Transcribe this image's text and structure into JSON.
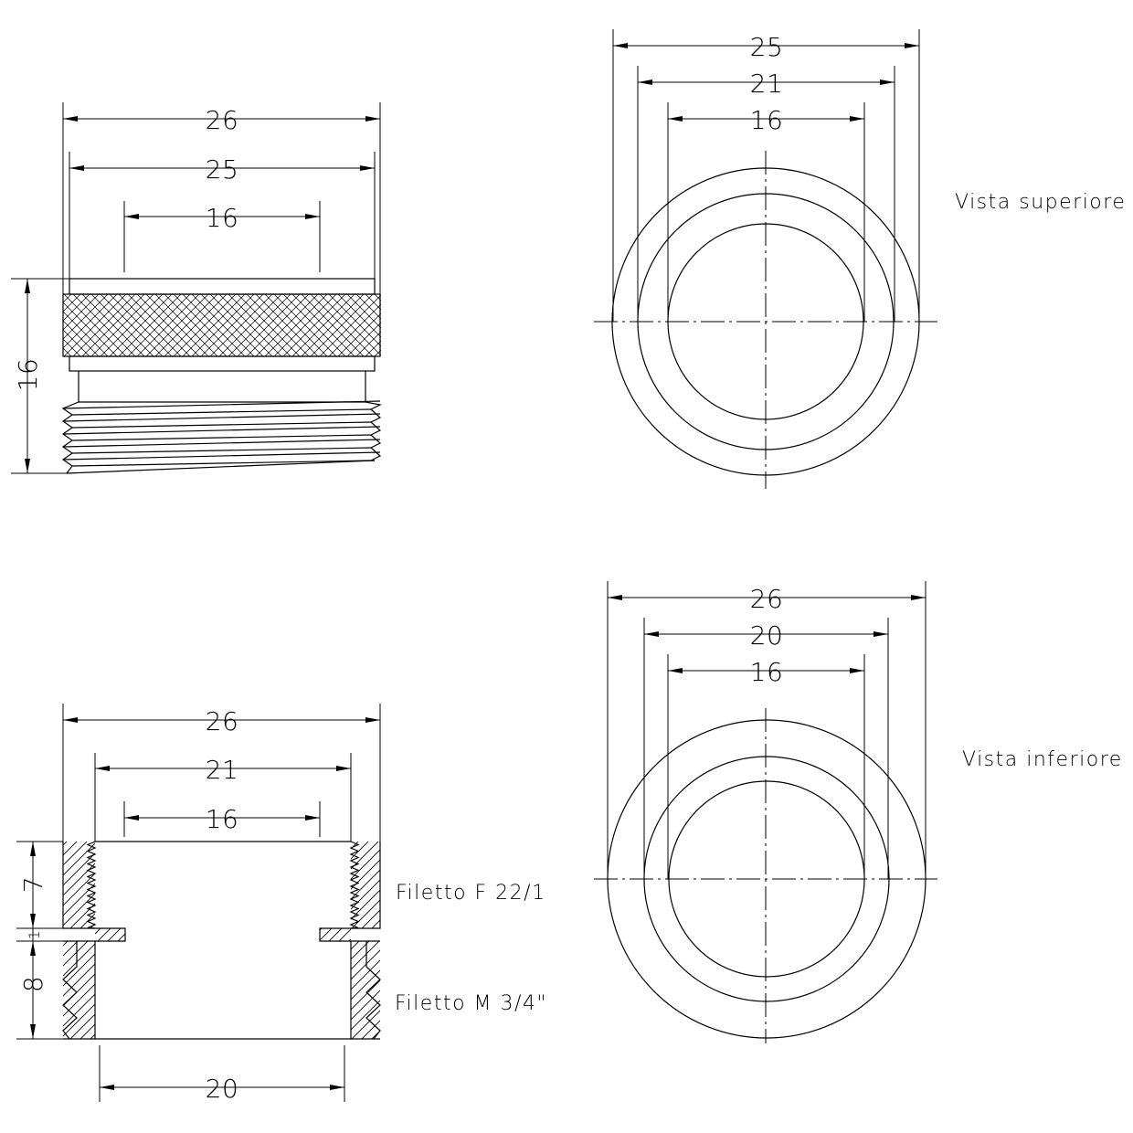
{
  "side_view": {
    "dims": {
      "d26": "26",
      "d25": "25",
      "d16": "16",
      "h16": "16"
    }
  },
  "top_view": {
    "label": "Vista superiore",
    "dims": {
      "d25": "25",
      "d21": "21",
      "d16": "16"
    }
  },
  "section_view": {
    "dims": {
      "d26": "26",
      "d21": "21",
      "d16": "16",
      "h7": "7",
      "h1": "1",
      "h8": "8",
      "d20": "20"
    },
    "thread_female": "Filetto F 22/1",
    "thread_male": "Filetto M 3/4\""
  },
  "bottom_view": {
    "label": "Vista inferiore",
    "dims": {
      "d26": "26",
      "d20": "20",
      "d16": "16"
    }
  }
}
